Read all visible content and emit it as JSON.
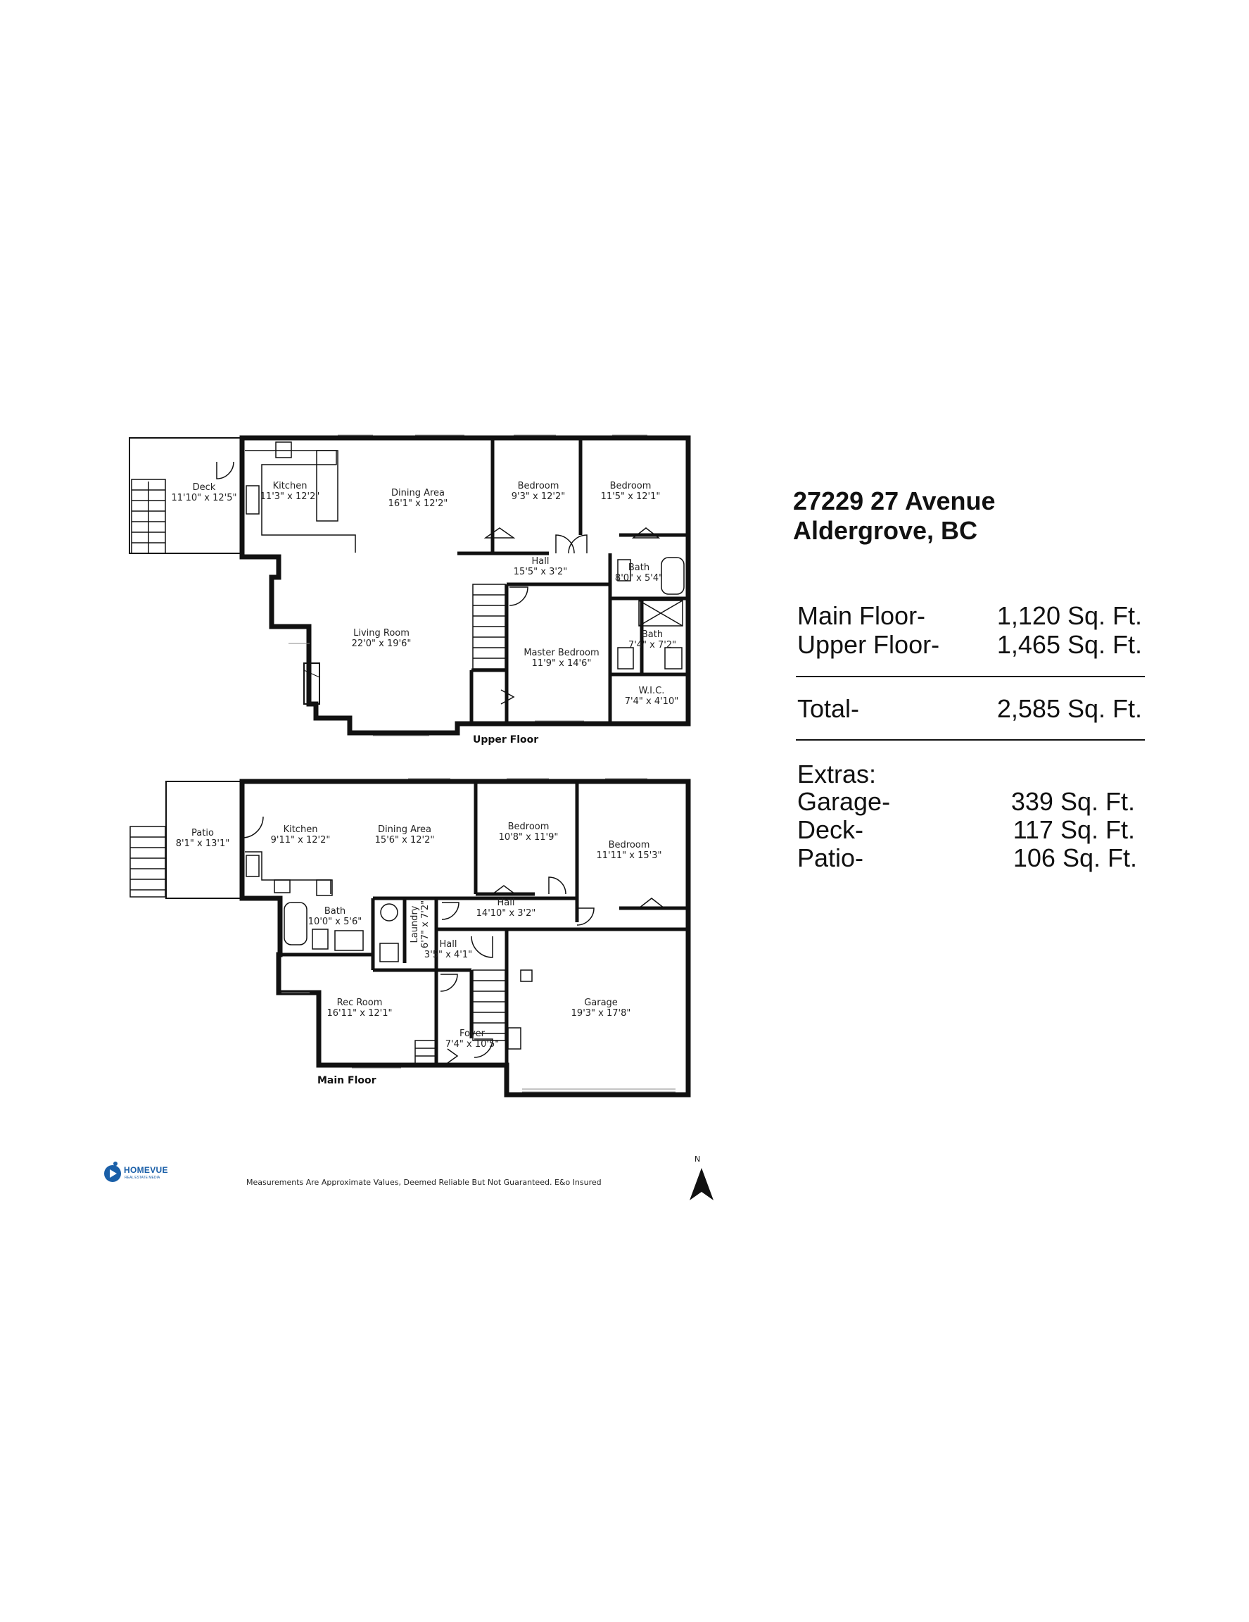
{
  "address": {
    "line1": "27229 27 Avenue",
    "line2": "Aldergrove, BC"
  },
  "areas": {
    "floors": [
      {
        "label": "Main Floor-",
        "value": "1,120 Sq. Ft."
      },
      {
        "label": "Upper Floor-",
        "value": "1,465 Sq. Ft."
      }
    ],
    "total": {
      "label": "Total-",
      "value": "2,585 Sq. Ft."
    },
    "extras_title": "Extras:",
    "extras": [
      {
        "label": "Garage-",
        "value": "339 Sq. Ft."
      },
      {
        "label": "Deck-",
        "value": "117 Sq. Ft."
      },
      {
        "label": "Patio-",
        "value": "106 Sq. Ft."
      }
    ]
  },
  "upper_floor": {
    "caption": "Upper Floor",
    "rooms": [
      {
        "name": "Deck",
        "dims": "11'10\" x 12'5\""
      },
      {
        "name": "Kitchen",
        "dims": "11'3\" x 12'2\""
      },
      {
        "name": "Dining Area",
        "dims": "16'1\" x 12'2\""
      },
      {
        "name": "Bedroom",
        "dims": "9'3\" x 12'2\""
      },
      {
        "name": "Bedroom",
        "dims": "11'5\" x 12'1\""
      },
      {
        "name": "Hall",
        "dims": "15'5\" x 3'2\""
      },
      {
        "name": "Bath",
        "dims": "8'0\" x 5'4\""
      },
      {
        "name": "Living Room",
        "dims": "22'0\" x 19'6\""
      },
      {
        "name": "Master Bedroom",
        "dims": "11'9\" x 14'6\""
      },
      {
        "name": "Bath",
        "dims": "7'4\" x 7'2\""
      },
      {
        "name": "W.I.C.",
        "dims": "7'4\" x 4'10\""
      }
    ]
  },
  "main_floor": {
    "caption": "Main Floor",
    "rooms": [
      {
        "name": "Patio",
        "dims": "8'1\" x 13'1\""
      },
      {
        "name": "Kitchen",
        "dims": "9'11\" x 12'2\""
      },
      {
        "name": "Dining Area",
        "dims": "15'6\" x 12'2\""
      },
      {
        "name": "Bedroom",
        "dims": "10'8\" x 11'9\""
      },
      {
        "name": "Bedroom",
        "dims": "11'11\" x 15'3\""
      },
      {
        "name": "Hall",
        "dims": "14'10\" x 3'2\""
      },
      {
        "name": "Bath",
        "dims": "10'0\" x 5'6\""
      },
      {
        "name": "Laundry",
        "dims": "6'7\" x 7'2\""
      },
      {
        "name": "Hall",
        "dims": "3'5\" x 4'1\""
      },
      {
        "name": "Rec Room",
        "dims": "16'11\" x 12'1\""
      },
      {
        "name": "Garage",
        "dims": "19'3\" x 17'8\""
      },
      {
        "name": "Foyer",
        "dims": "7'4\" x 10'5\""
      }
    ]
  },
  "footer": {
    "disclaimer": "Measurements Are Approximate Values, Deemed Reliable But Not Guaranteed. E&o Insured",
    "logo_name": "HOMEVUE",
    "logo_sub": "REAL ESTATE MEDIA",
    "north": "N"
  }
}
